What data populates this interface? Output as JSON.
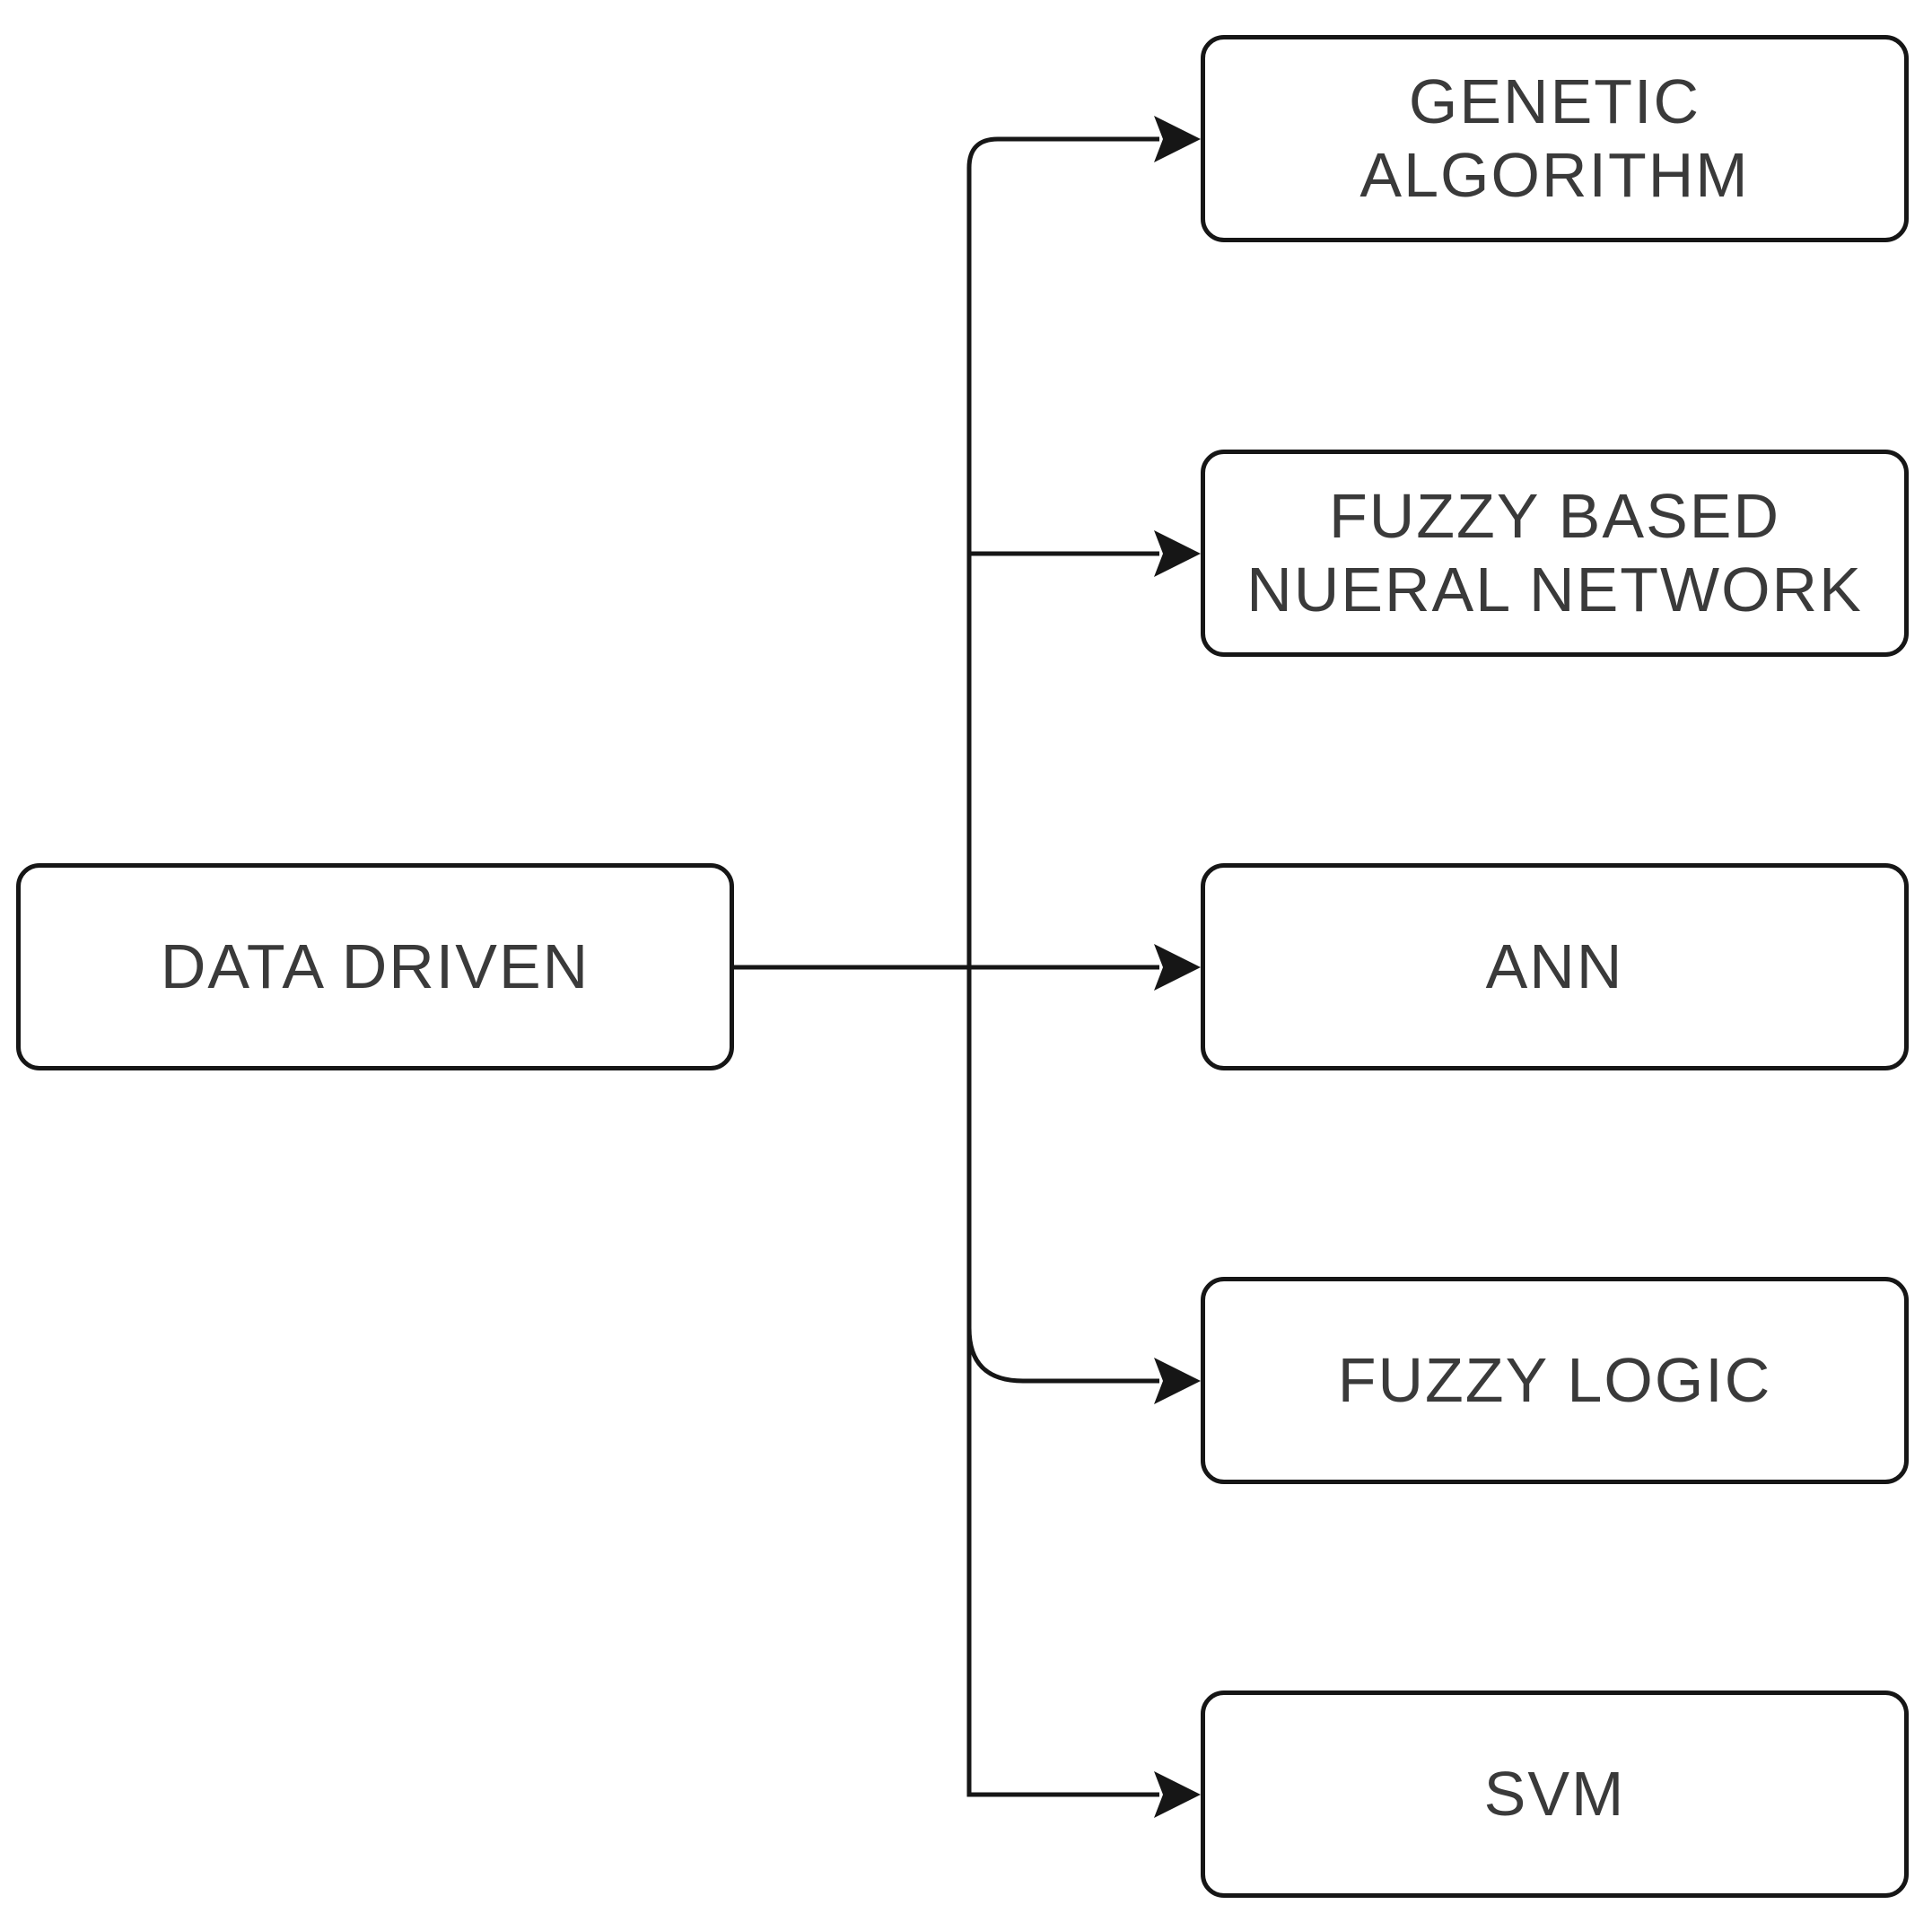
{
  "diagram": {
    "type": "flowchart",
    "orientation": "left-to-right",
    "root": {
      "label": "DATA DRIVEN"
    },
    "children": [
      {
        "label": "GENETIC\nALGORITHM"
      },
      {
        "label": "FUZZY BASED\nNUERAL NETWORK"
      },
      {
        "label": "ANN"
      },
      {
        "label": "FUZZY LOGIC"
      },
      {
        "label": "SVM"
      }
    ],
    "colors": {
      "background": "#ffffff",
      "line": "#161616",
      "box_border": "#161616",
      "box_fill": "#ffffff",
      "text": "#3a3a3a"
    }
  }
}
